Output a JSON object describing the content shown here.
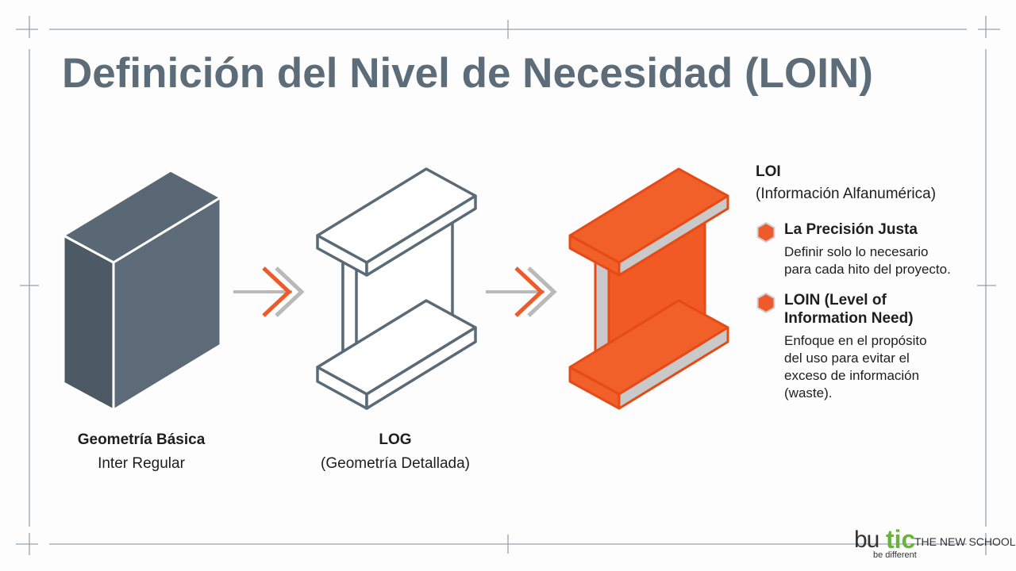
{
  "title": "Definición del Nivel de Necesidad (LOIN)",
  "stages": [
    {
      "title": "Geometría Básica",
      "subtitle": "Inter Regular"
    },
    {
      "title": "LOG",
      "subtitle": "(Geometría Detallada)"
    }
  ],
  "panel": {
    "heading": "LOI",
    "subheading": "(Información Alfanumérica)",
    "items": [
      {
        "title": "La Precisión Justa",
        "body": "Definir solo lo necesario para cada hito del proyecto."
      },
      {
        "title": "LOIN (Level of Information Need)",
        "body": "Enfoque en el propósito del uso para evitar el exceso de información (waste)."
      }
    ]
  },
  "logo": {
    "brand_part1": "bu",
    "brand_part2": "tic",
    "school": "THE NEW SCHOOL",
    "tagline": "be different"
  },
  "colors": {
    "slate": "#5b6b79",
    "orange": "#ef5a2a",
    "gray_arrow": "#b9b9b9",
    "outline": "#5b6a77"
  }
}
